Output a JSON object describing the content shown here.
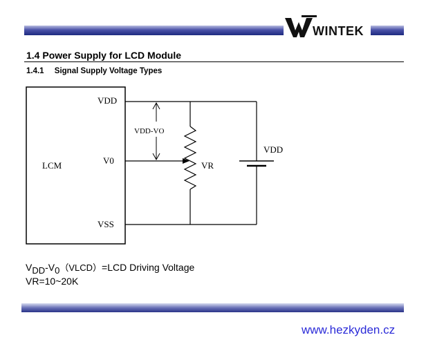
{
  "header": {
    "brand": "WINTEK",
    "logo_mark": "W"
  },
  "section": {
    "title": "1.4 Power Supply for LCD Module",
    "subtitle_number": "1.4.1",
    "subtitle_text": "Signal Supply Voltage Types"
  },
  "diagram": {
    "module_label": "LCM",
    "pin_vdd": "VDD",
    "pin_v0": "V0",
    "pin_vss": "VSS",
    "measure_label": "VDD-VO",
    "resistor_label": "VR",
    "battery_label": "VDD"
  },
  "notes": {
    "line1_v": "V",
    "line1_dd": "DD",
    "line1_dash": "-V",
    "line1_0": "0",
    "line1_paren": "（VLCD）",
    "line1_rest": "=LCD Driving Voltage",
    "line2": "VR=10~20K"
  },
  "footer": {
    "website": "www.hezkyden.cz"
  },
  "colors": {
    "band_dark": "#1e2a80",
    "link": "#2b2bd8"
  }
}
